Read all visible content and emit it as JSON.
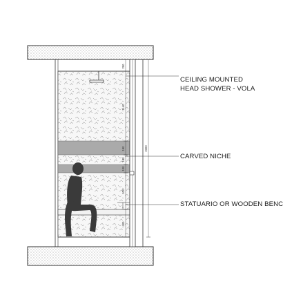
{
  "drawing": {
    "callouts": {
      "head_shower": [
        "CEILING MOUNTED",
        "HEAD SHOWER - VOLA"
      ],
      "niche": "CARVED NICHE",
      "bench": "STATUARIO OR WOODEN BENCH"
    },
    "dimensions": {
      "overall": "2300",
      "segments": [
        "250",
        "1140",
        "190",
        "150",
        "100",
        "520",
        "400"
      ]
    },
    "colors": {
      "line": "#333333",
      "hatch_fill": "#d4d4d4",
      "niche_band": "#aaaaaa",
      "figure": "#3a3a3a"
    }
  }
}
